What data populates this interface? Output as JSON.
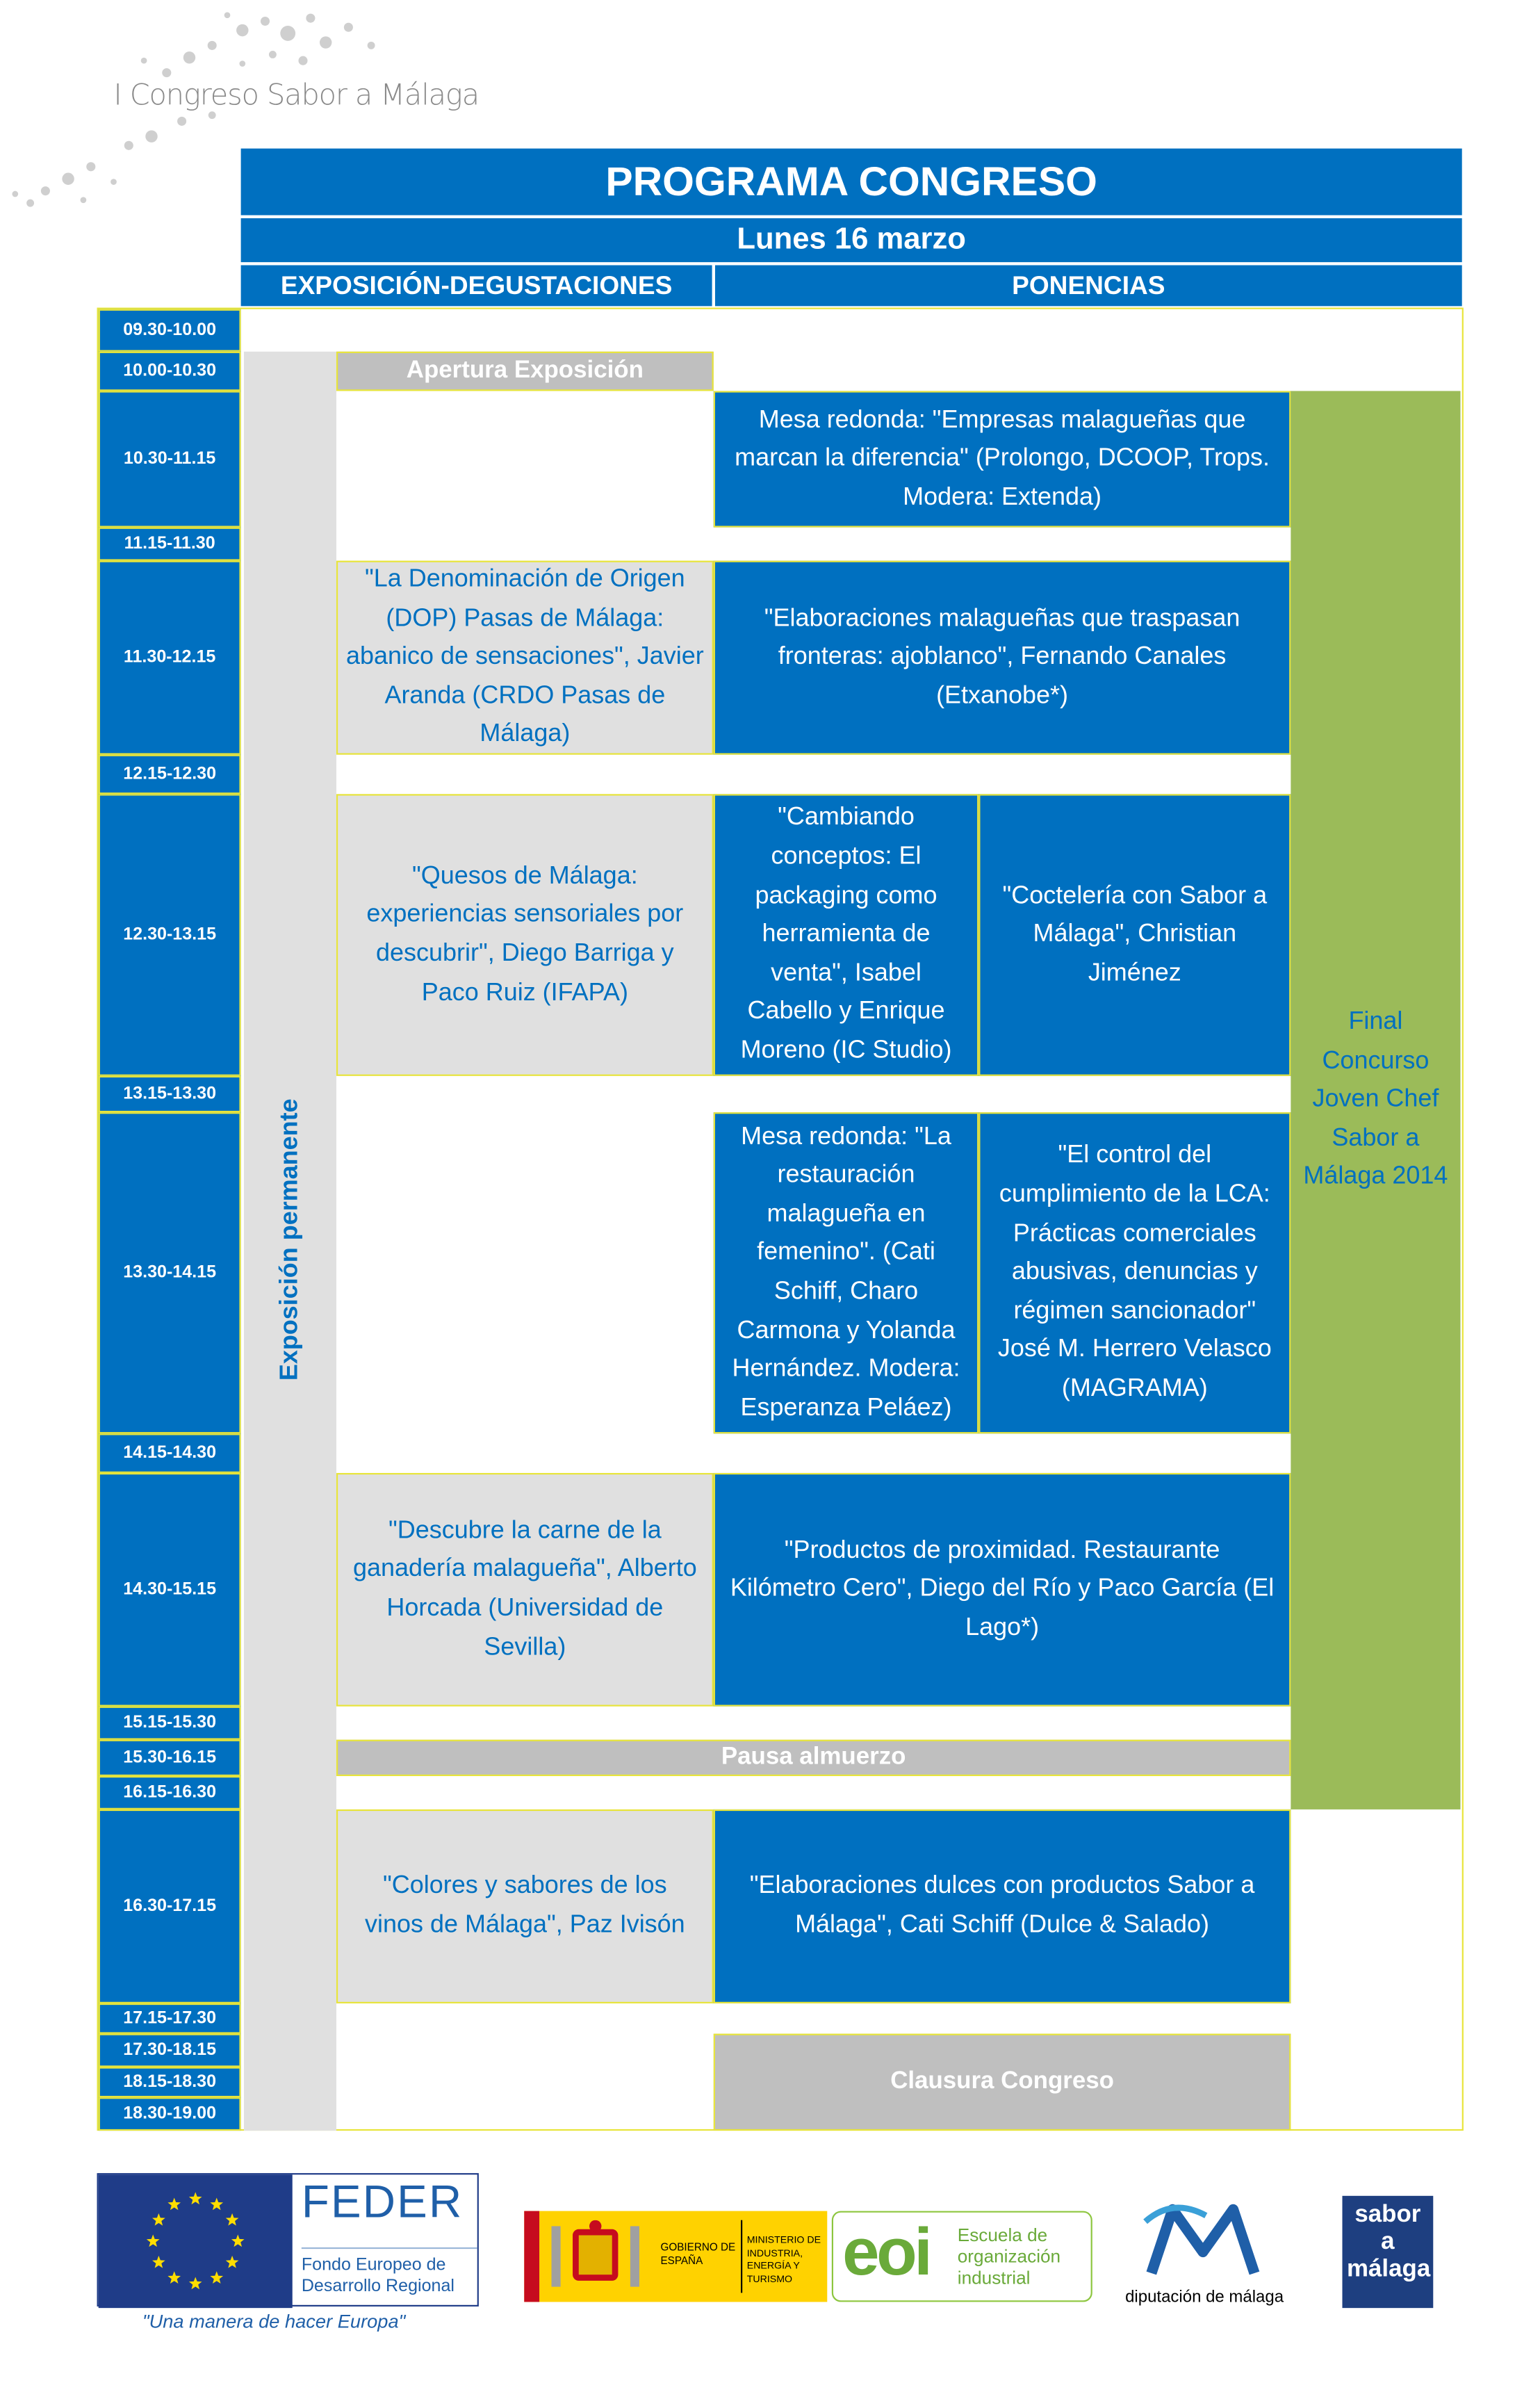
{
  "header": {
    "congress_title": "I Congreso Sabor a Málaga",
    "program_title": "PROGRAMA CONGRESO",
    "date": "Lunes 16 marzo",
    "col_left": "EXPOSICIÓN-DEGUSTACIONES",
    "col_right": "PONENCIAS"
  },
  "time_slots": [
    "09.30-10.00",
    "10.00-10.30",
    "10.30-11.15",
    "11.15-11.30",
    "11.30-12.15",
    "12.15-12.30",
    "12.30-13.15",
    "13.15-13.30",
    "13.30-14.15",
    "14.15-14.30",
    "14.30-15.15",
    "15.15-15.30",
    "15.30-16.15",
    "16.15-16.30",
    "16.30-17.15",
    "17.15-17.30",
    "17.30-18.15",
    "18.15-18.30",
    "18.30-19.00"
  ],
  "exposicion_permanente": "Exposición permanente",
  "final_concurso": "Final Concurso Joven Chef Sabor a Málaga 2014",
  "events": {
    "apertura": "Apertura Exposición",
    "mesa1": "Mesa redonda: \"Empresas malagueñas que marcan la diferencia\" (Prolongo, DCOOP, Trops. Modera: Extenda)",
    "dop": "\"La Denominación de Origen (DOP) Pasas de Málaga: abanico de sensaciones\", Javier Aranda (CRDO Pasas de Málaga)",
    "ajoblanco": "\"Elaboraciones malagueñas que traspasan fronteras: ajoblanco\", Fernando Canales (Etxanobe*)",
    "quesos": "\"Quesos de Málaga: experiencias sensoriales por descubrir\", Diego Barriga y Paco Ruiz (IFAPA)",
    "packaging": "\"Cambiando conceptos: El packaging como herramienta de venta\", Isabel Cabello y Enrique Moreno (IC Studio)",
    "cocteleria": "\"Coctelería con Sabor a Málaga\", Christian Jiménez",
    "mesa2": "Mesa redonda: \"La restauración malagueña en femenino\". (Cati Schiff, Charo Carmona y Yolanda Hernández. Modera: Esperanza Peláez)",
    "lca": "\"El control del cumplimiento de la LCA: Prácticas comerciales abusivas, denuncias y régimen sancionador\" José M. Herrero Velasco (MAGRAMA)",
    "carne": "\"Descubre la carne de la ganadería malagueña\", Alberto Horcada (Universidad de Sevilla)",
    "proximidad": "\"Productos de proximidad. Restaurante Kilómetro Cero\",  Diego del Río y Paco García (El Lago*)",
    "pausa": "Pausa almuerzo",
    "vinos": "\"Colores y sabores de los vinos de Málaga\", Paz Ivisón",
    "dulces": "\"Elaboraciones dulces con productos Sabor a Málaga\", Cati Schiff (Dulce & Salado)",
    "clausura": "Clausura Congreso"
  },
  "footer": {
    "feder_title": "FEDER",
    "feder_subtitle_1": "Fondo Europeo de",
    "feder_subtitle_2": "Desarrollo Regional",
    "feder_motto": "\"Una manera de hacer Europa\"",
    "gobierno": "GOBIERNO DE ESPAÑA",
    "ministerio": "MINISTERIO DE INDUSTRIA, ENERGÍA Y TURISMO",
    "eoi_logo": "EOI",
    "eoi_name": "Escuela de organización industrial",
    "diputacion": "diputación de málaga",
    "sabor_logo": "sabor a málaga"
  },
  "colors": {
    "blue": "#0070c0",
    "grey": "#e0e0e0",
    "dark_grey": "#bfbfbf",
    "green": "#9bbb59",
    "yellow_border": "#e8e53a"
  }
}
